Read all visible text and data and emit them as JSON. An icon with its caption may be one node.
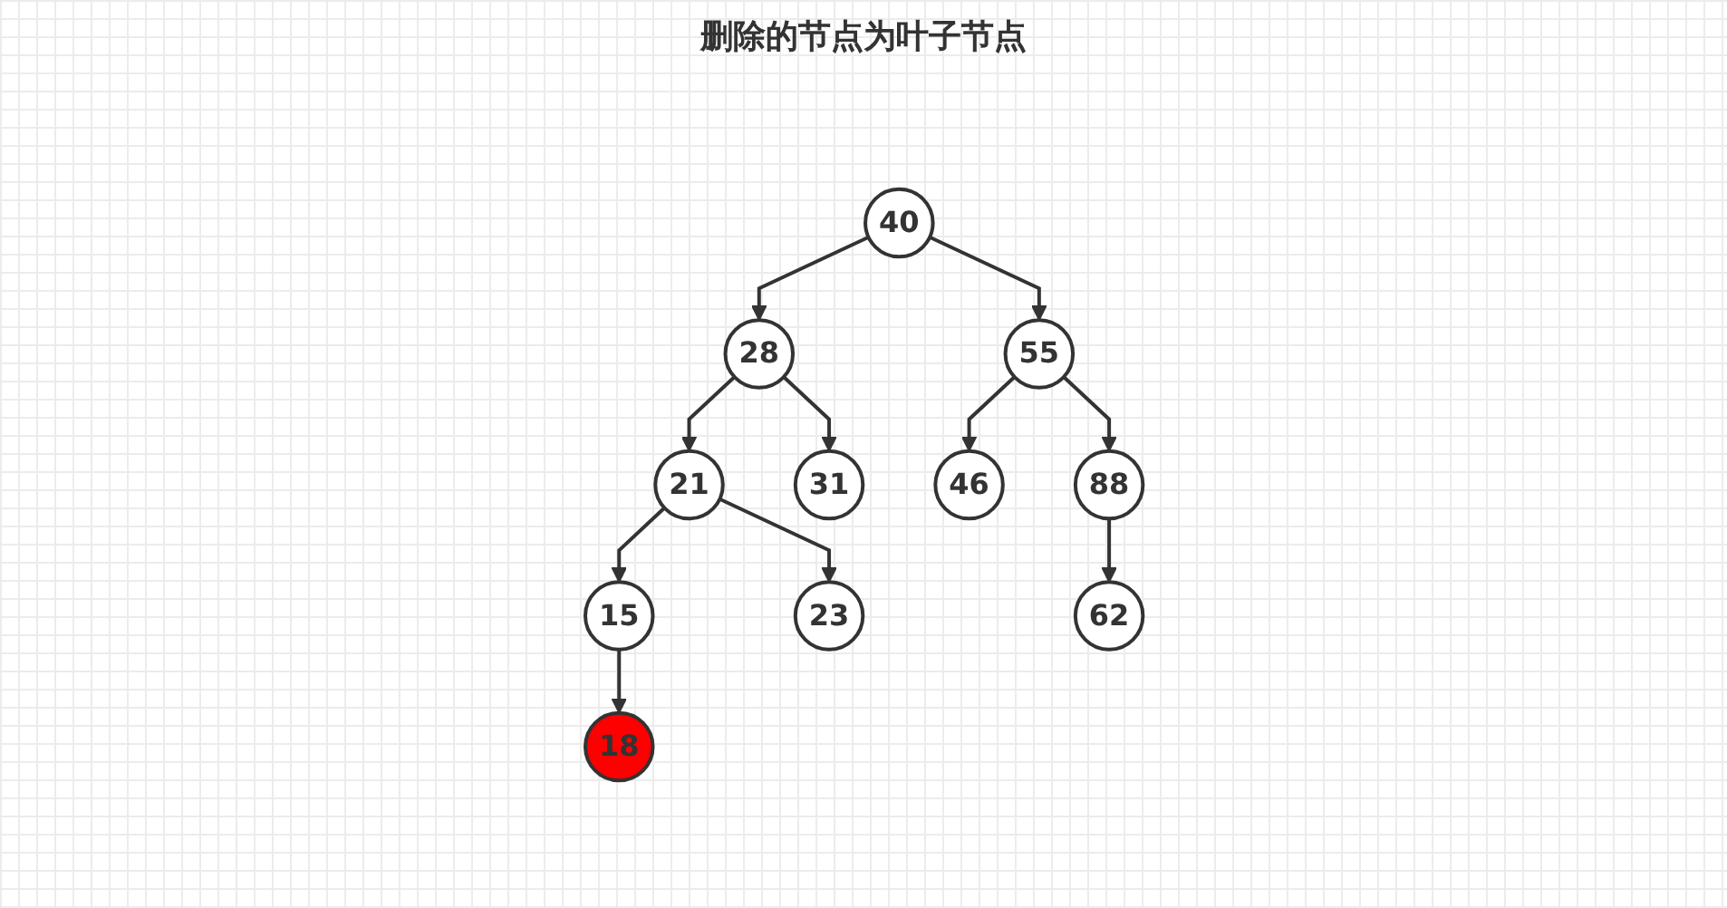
{
  "diagram": {
    "title": "删除的节点为叶子节点",
    "nodes": [
      {
        "text": [
          "40"
        ]
      },
      {
        "text": [
          "28"
        ]
      },
      {
        "text": [
          "55"
        ]
      },
      {
        "text": [
          "21"
        ]
      },
      {
        "text": [
          "31"
        ]
      },
      {
        "text": [
          "46"
        ]
      },
      {
        "text": [
          "88"
        ]
      },
      {
        "text": [
          "15"
        ]
      },
      {
        "text": [
          "23"
        ]
      },
      {
        "text": [
          "62"
        ]
      },
      {
        "text": [
          "18"
        ]
      }
    ],
    "edges": [
      {
        "from": 0,
        "to": 1,
        "arrow": "to"
      },
      {
        "from": 0,
        "to": 2,
        "arrow": "to"
      },
      {
        "from": 1,
        "to": 3,
        "arrow": "to"
      },
      {
        "from": 1,
        "to": 4,
        "arrow": "to"
      },
      {
        "from": 2,
        "to": 5,
        "arrow": "to"
      },
      {
        "from": 2,
        "to": 6,
        "arrow": "to"
      },
      {
        "from": 3,
        "to": 7,
        "arrow": "to"
      },
      {
        "from": 3,
        "to": 8,
        "arrow": "to"
      },
      {
        "from": 6,
        "to": 9,
        "arrow": "to"
      },
      {
        "from": 7,
        "to": 10,
        "arrow": "to"
      }
    ]
  }
}
